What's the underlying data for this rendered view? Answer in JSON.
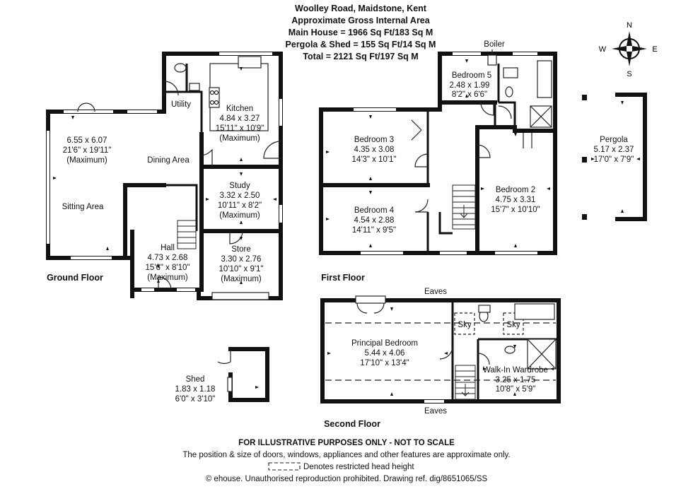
{
  "header": {
    "title": "Woolley Road, Maidstone, Kent",
    "area_heading": "Approximate Gross Internal Area",
    "main_house": "Main House = 1966 Sq Ft/183 Sq M",
    "pergola_shed": "Pergola & Shed = 155 Sq Ft/14 Sq M",
    "total": "Total = 2121 Sq Ft/197 Sq M"
  },
  "compass": {
    "n": "N",
    "s": "S",
    "e": "E",
    "w": "W"
  },
  "floors": {
    "ground": "Ground Floor",
    "first": "First Floor",
    "second": "Second Floor"
  },
  "rooms": {
    "sitting_dims": {
      "metric": "6.55 x 6.07",
      "imperial": "21'6\" x 19'11\"",
      "note": "(Maximum)"
    },
    "sitting_area": "Sitting Area",
    "dining_area": "Dining Area",
    "utility": "Utility",
    "kitchen": {
      "name": "Kitchen",
      "metric": "4.84 x 3.27",
      "imperial": "15'11\" x 10'9\"",
      "note": "(Maximum)"
    },
    "study": {
      "name": "Study",
      "metric": "3.32 x 2.50",
      "imperial": "10'11\" x 8'2\"",
      "note": "(Maximum)"
    },
    "store": {
      "name": "Store",
      "metric": "3.30 x 2.76",
      "imperial": "10'10\" x 9'1\"",
      "note": "(Maximum)"
    },
    "hall": {
      "name": "Hall",
      "metric": "4.73 x 2.68",
      "imperial": "15'6\" x 8'10\"",
      "note": "(Maximum)"
    },
    "bedroom3": {
      "name": "Bedroom 3",
      "metric": "4.35 x 3.08",
      "imperial": "14'3\" x 10'1\""
    },
    "bedroom4": {
      "name": "Bedroom 4",
      "metric": "4.54 x 2.88",
      "imperial": "14'11\" x 9'5\""
    },
    "bedroom5": {
      "name": "Bedroom 5",
      "metric": "2.48 x 1.99",
      "imperial": "8'2\" x 6'6\""
    },
    "bedroom2": {
      "name": "Bedroom 2",
      "metric": "4.75 x 3.31",
      "imperial": "15'7\" x 10'10\""
    },
    "boiler": "Boiler",
    "pergola": {
      "name": "Pergola",
      "metric": "5.17 x 2.37",
      "imperial": "17'0\" x 7'9\""
    },
    "principal": {
      "name": "Principal Bedroom",
      "metric": "5.44 x 4.06",
      "imperial": "17'10\" x 13'4\""
    },
    "walkin": {
      "name": "Walk-In Wardrobe",
      "metric": "3.25 x 1.75",
      "imperial": "10'8\" x 5'9\""
    },
    "eaves_top": "Eaves",
    "eaves_bottom": "Eaves",
    "sky1": "Sky",
    "sky2": "Sky",
    "shed": {
      "name": "Shed",
      "metric": "1.83 x 1.18",
      "imperial": "6'0\" x 3'10\""
    }
  },
  "footer": {
    "disclaimer": "FOR ILLUSTRATIVE PURPOSES ONLY - NOT TO SCALE",
    "note": "The position & size of doors, windows, appliances and other features are approximate only.",
    "legend": "Denotes restricted head height",
    "copyright": "© ehouse. Unauthorised reproduction prohibited. Drawing ref. dig/8651065/SS"
  }
}
